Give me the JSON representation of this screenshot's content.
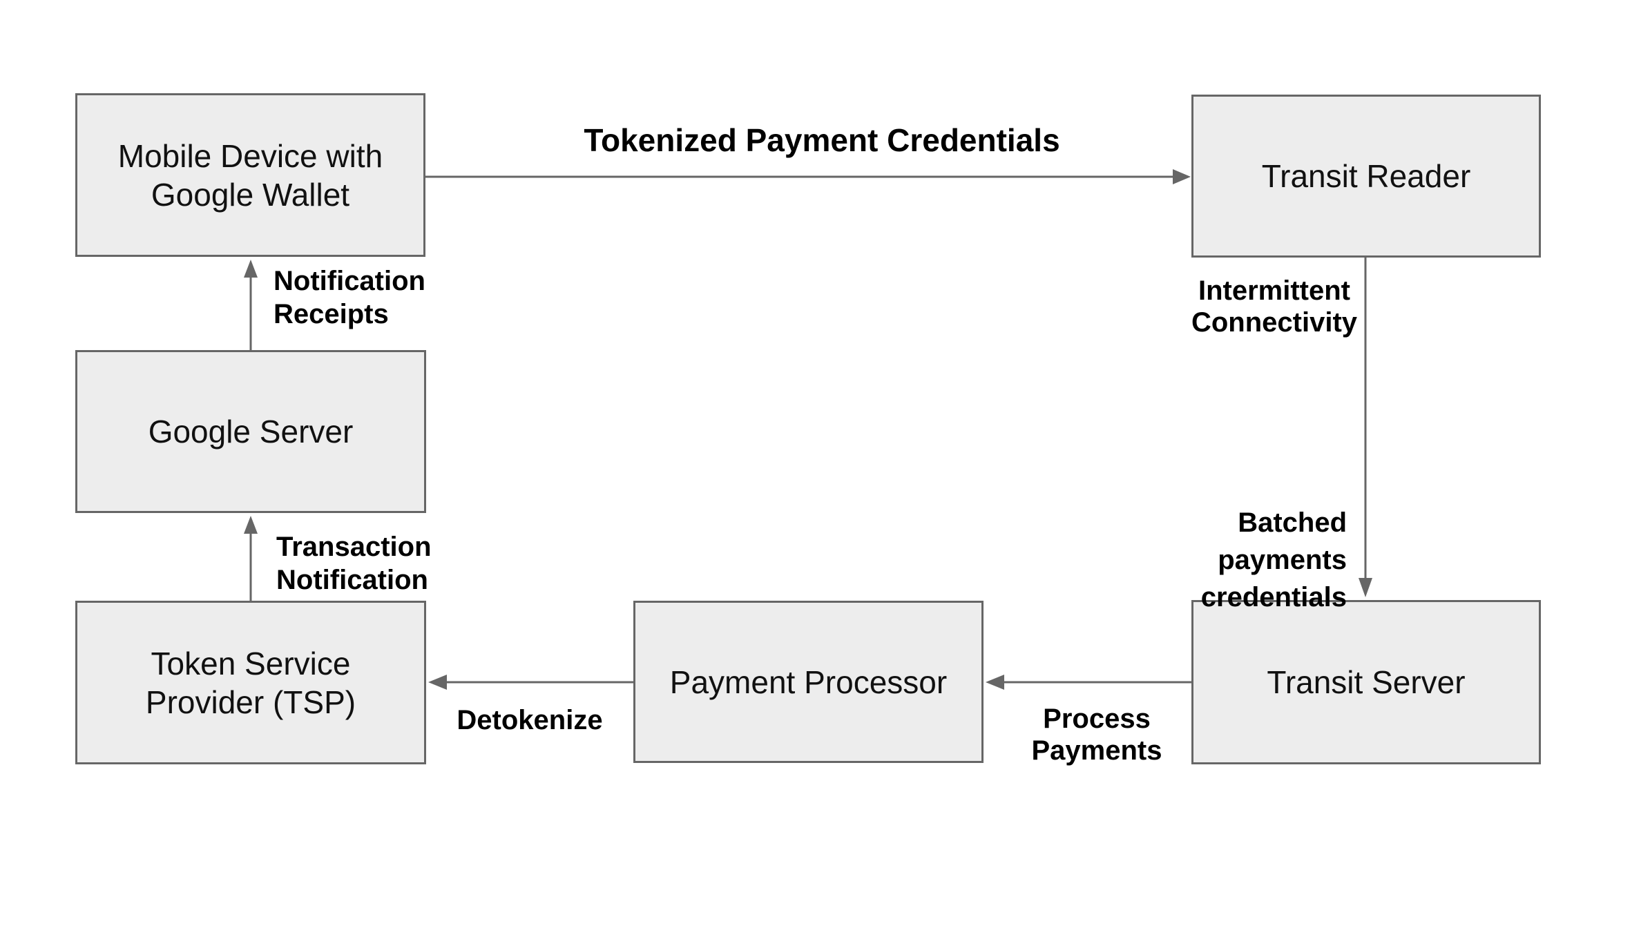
{
  "diagram": {
    "background": "#ffffff",
    "colors": {
      "node_fill": "#ededed",
      "node_border": "#666666",
      "arrow": "#666666",
      "node_text": "#111111",
      "label_text": "#000000"
    },
    "nodes": {
      "mobile_wallet": {
        "lines": [
          "Mobile Device with",
          "Google Wallet"
        ]
      },
      "transit_reader": {
        "lines": [
          "Transit Reader"
        ]
      },
      "google_server": {
        "lines": [
          "Google Server"
        ]
      },
      "tsp": {
        "lines": [
          "Token Service",
          "Provider (TSP)"
        ]
      },
      "payment_processor": {
        "lines": [
          "Payment Processor"
        ]
      },
      "transit_server": {
        "lines": [
          "Transit Server"
        ]
      }
    },
    "edge_labels": {
      "tokenized": {
        "lines": [
          "Tokenized Payment Credentials"
        ]
      },
      "notification_receipts": {
        "lines": [
          "Notification",
          "Receipts"
        ]
      },
      "transaction_notification": {
        "lines": [
          "Transaction",
          "Notification"
        ]
      },
      "intermittent_connectivity": {
        "lines": [
          "Intermittent",
          "Connectivity"
        ]
      },
      "batched_payments": {
        "lines": [
          "Batched",
          "payments",
          "credentials"
        ]
      },
      "process_payments": {
        "lines": [
          "Process",
          "Payments"
        ]
      },
      "detokenize": {
        "lines": [
          "Detokenize"
        ]
      }
    },
    "edges": [
      {
        "from": "Mobile Device with Google Wallet",
        "to": "Transit Reader",
        "label": "Tokenized Payment Credentials"
      },
      {
        "from": "Google Server",
        "to": "Mobile Device with Google Wallet",
        "label": "Notification Receipts"
      },
      {
        "from": "Token Service Provider (TSP)",
        "to": "Google Server",
        "label": "Transaction Notification"
      },
      {
        "from": "Transit Reader",
        "to": "Transit Server",
        "label": "Intermittent Connectivity — Batched payments credentials"
      },
      {
        "from": "Transit Server",
        "to": "Payment Processor",
        "label": "Process Payments"
      },
      {
        "from": "Payment Processor",
        "to": "Token Service Provider (TSP)",
        "label": "Detokenize"
      }
    ]
  }
}
